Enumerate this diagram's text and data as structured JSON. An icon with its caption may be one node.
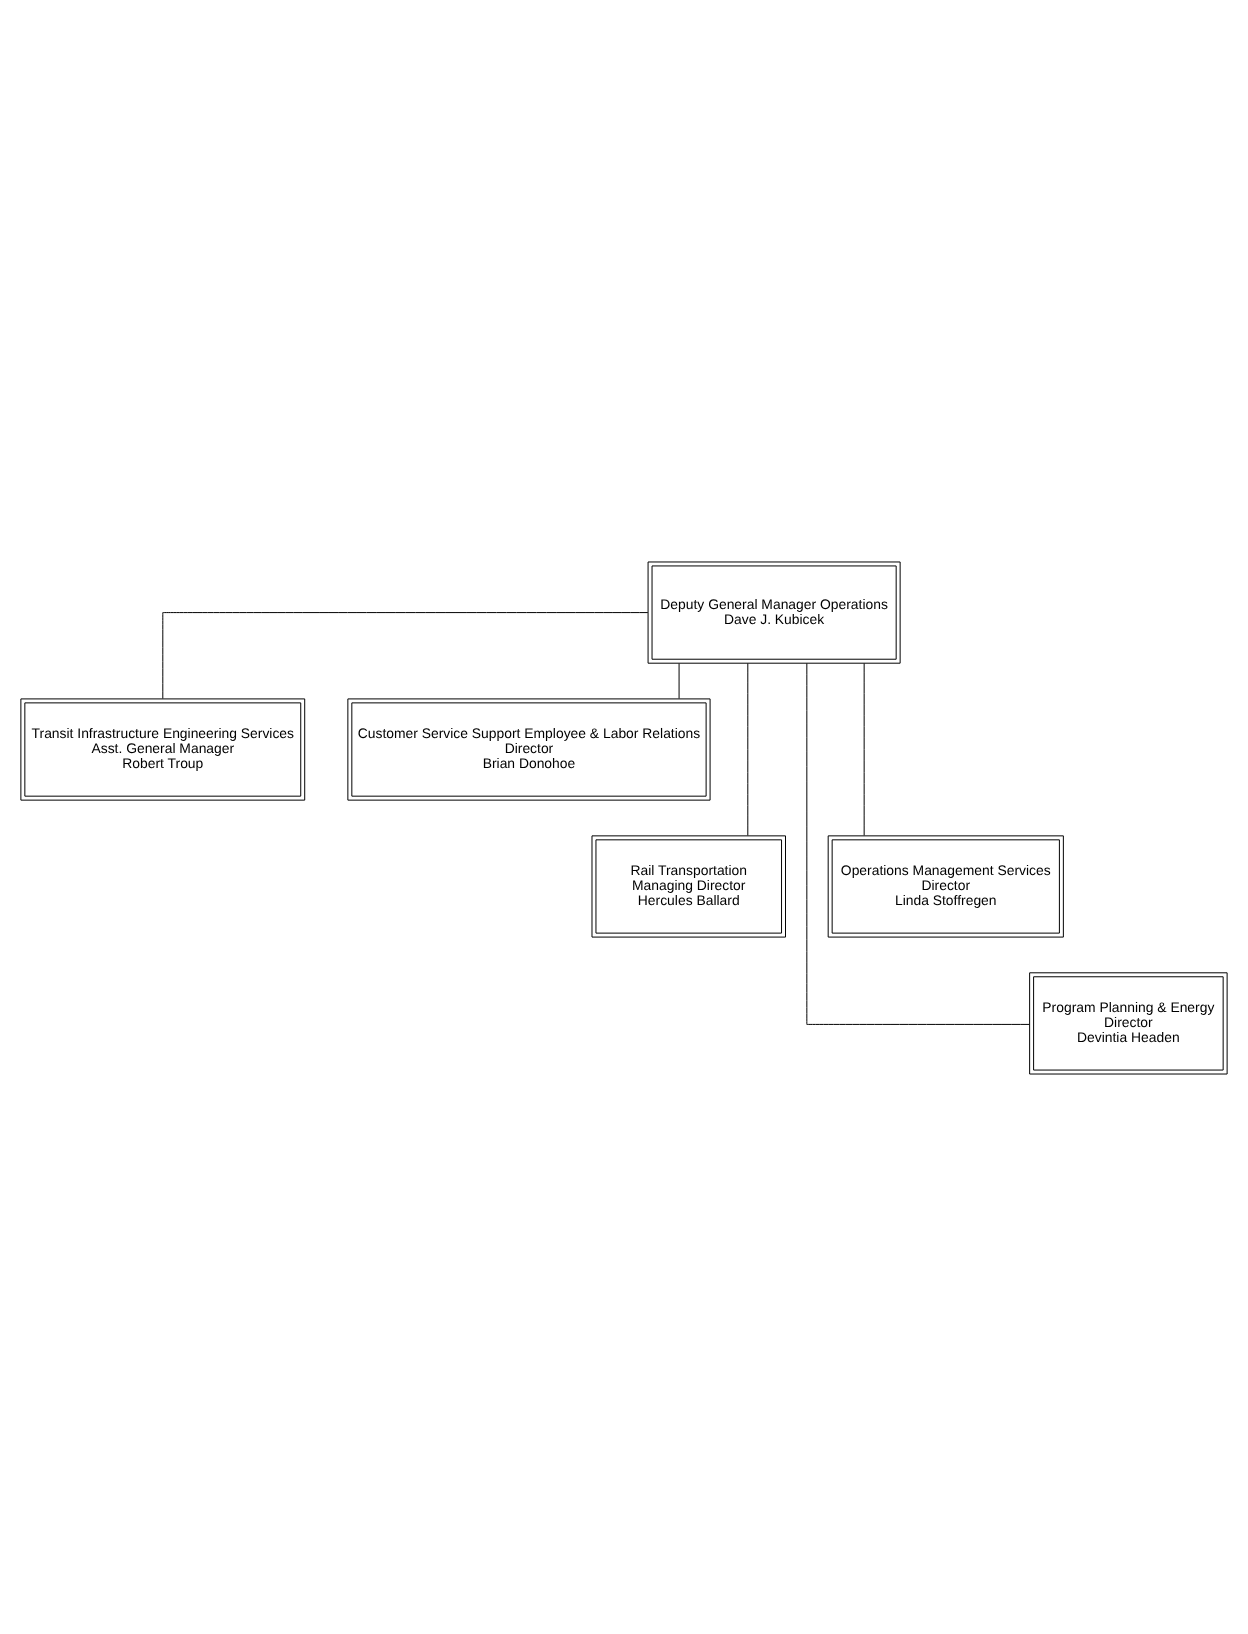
{
  "diagram": {
    "nodes": [
      {
        "text": [
          "Deputy General Manager Operations",
          "Dave J. Kubicek"
        ]
      },
      {
        "text": [
          "Transit Infrastructure Engineering Services",
          "Asst. General Manager",
          "Robert Troup"
        ]
      },
      {
        "text": [
          "Customer Service Support Employee & Labor Relations",
          "Director",
          "Brian Donohoe"
        ]
      },
      {
        "text": [
          "Rail Transportation",
          "Managing Director",
          "Hercules Ballard"
        ]
      },
      {
        "text": [
          "Operations Management Services",
          "Director",
          "Linda Stoffregen"
        ]
      },
      {
        "text": [
          "Program Planning & Energy",
          "Director",
          "Devintia Headen"
        ]
      }
    ],
    "edges": [
      {
        "from": 0,
        "to": 1,
        "arrow": "none"
      },
      {
        "from": 0,
        "to": 2,
        "arrow": "none"
      },
      {
        "from": 0,
        "to": 3,
        "arrow": "none"
      },
      {
        "from": 0,
        "to": 4,
        "arrow": "none"
      },
      {
        "from": 0,
        "to": 5,
        "arrow": "none"
      }
    ]
  }
}
